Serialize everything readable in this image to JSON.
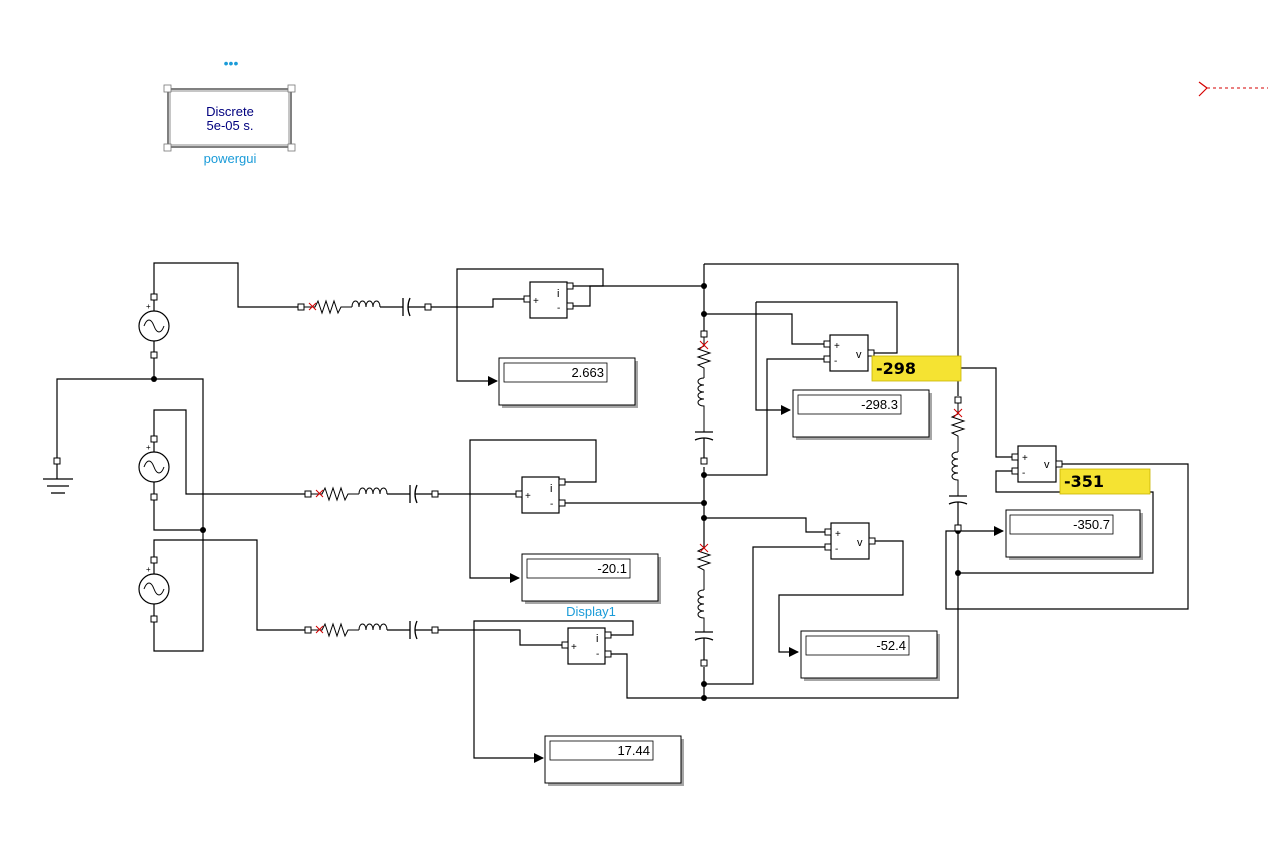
{
  "powergui": {
    "line1": "Discrete",
    "line2": "5e-05 s.",
    "label": "powergui",
    "dots": "•••"
  },
  "displays": [
    {
      "id": "display-ia",
      "value": "2.663"
    },
    {
      "id": "display-ib",
      "value": "-20.1"
    },
    {
      "id": "display-ic",
      "value": "17.44"
    },
    {
      "id": "display-v1",
      "value": "-298.3"
    },
    {
      "id": "display-v2",
      "value": "-52.4"
    },
    {
      "id": "display-v3",
      "value": "-350.7"
    }
  ],
  "display1_label": "Display1",
  "tooltips": [
    {
      "id": "tip-v1",
      "value": "-298"
    },
    {
      "id": "tip-v3",
      "value": "-351"
    }
  ],
  "meters": {
    "current_symbol": "i",
    "voltage_symbol": "v",
    "plus": "+",
    "minus": "-"
  },
  "colors": {
    "wire": "#000000",
    "highlight": "#f5e332",
    "label_blue": "#1a9bd8",
    "text_navy": "#00007f",
    "port_red": "#d40000"
  }
}
